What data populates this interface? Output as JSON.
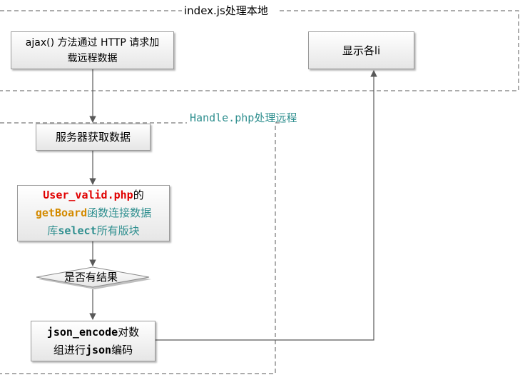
{
  "regions": {
    "local_label": "index.js处理本地",
    "remote_label_code": "Handle.php",
    "remote_label_text": "处理远程"
  },
  "nodes": {
    "ajax": {
      "line1": "ajax() 方法通过 HTTP 请求加",
      "line2": "载远程数据"
    },
    "display": "显示各li",
    "server": "服务器获取数据",
    "query": {
      "file": "User_valid.php",
      "t1": "的",
      "func": "getBoard",
      "t2": "函数连接数据",
      "t3": "库",
      "sql": "select",
      "t4": "所有版块"
    },
    "decision": "是否有结果",
    "encode": {
      "fn": "json_encode",
      "t1": "对数",
      "t2": "组进行",
      "json": "json",
      "t3": "编码"
    }
  }
}
